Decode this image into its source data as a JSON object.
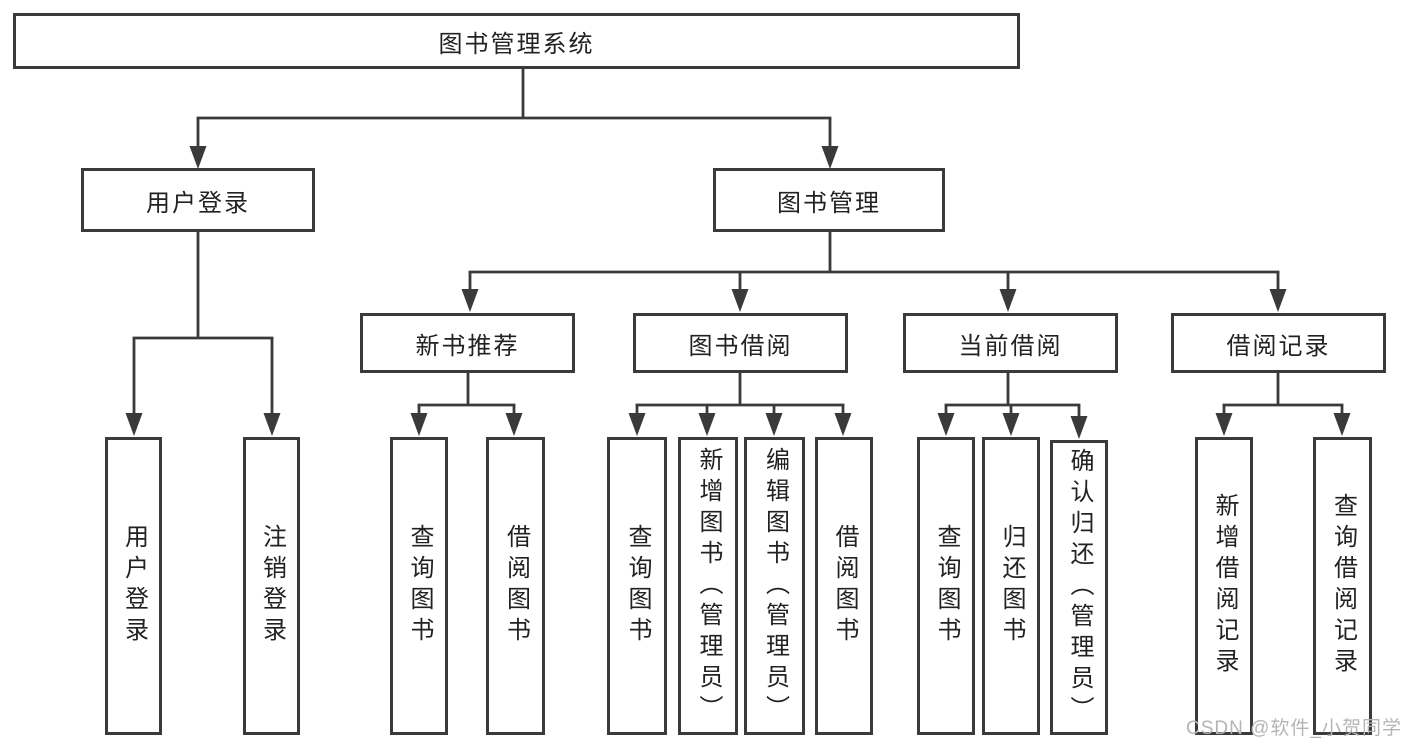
{
  "diagram": {
    "title": "图书管理系统",
    "colors": {
      "line": "#3a3a3a",
      "text": "#222222",
      "background": "#ffffff",
      "watermark": "#b5b5b5"
    },
    "nodes": {
      "root": "图书管理系统",
      "user_login": "用户登录",
      "book_mgmt": "图书管理",
      "new_book_rec": "新书推荐",
      "book_borrow": "图书借阅",
      "current_borrow": "当前借阅",
      "borrow_records": "借阅记录",
      "leaf_user_login": "用户登录",
      "leaf_logout": "注销登录",
      "nbr_query": "查询图书",
      "nbr_borrow": "借阅图书",
      "bb_query": "查询图书",
      "bb_add": "新增图书（管理员）",
      "bb_edit": "编辑图书（管理员）",
      "bb_borrow": "借阅图书",
      "cb_query": "查询图书",
      "cb_return": "归还图书",
      "cb_confirm": "确认归还（管理员）",
      "br_add": "新增借阅记录",
      "br_query": "查询借阅记录"
    },
    "watermark": "CSDN @软件_小贺同学"
  }
}
